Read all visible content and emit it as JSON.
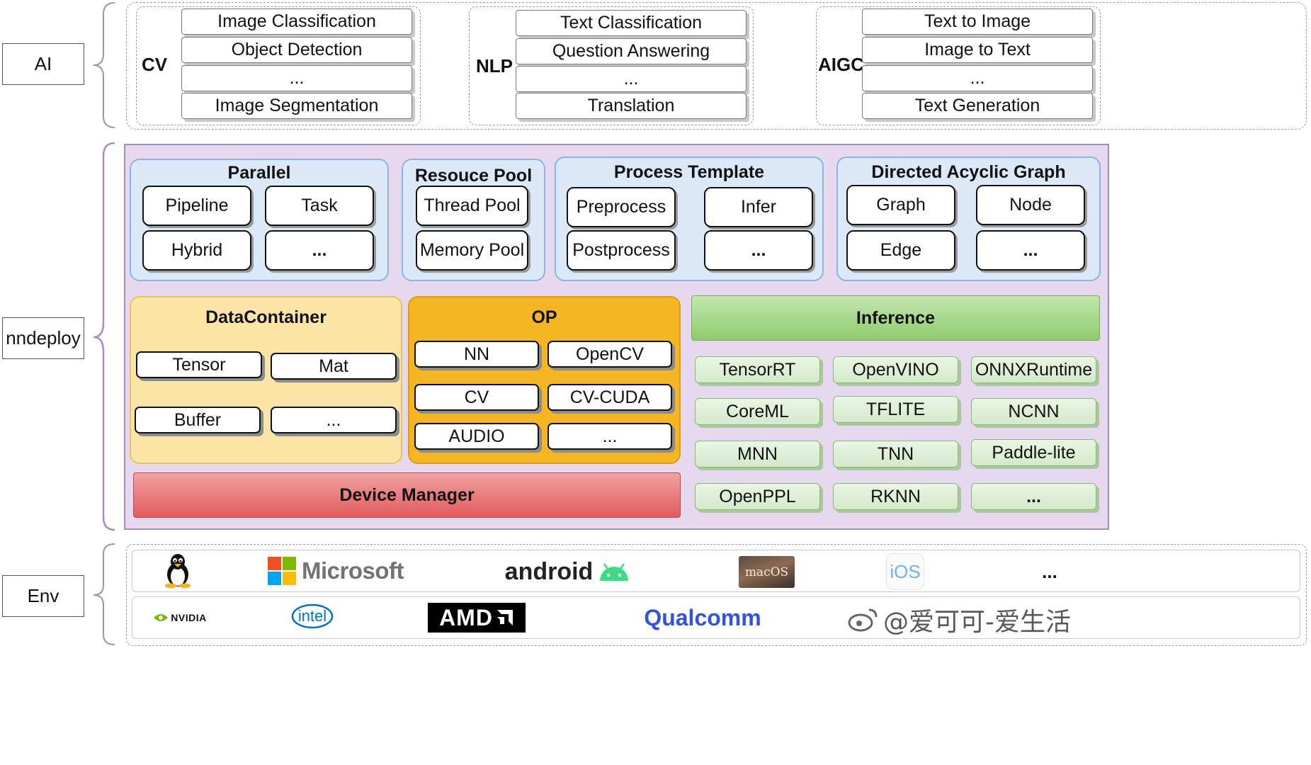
{
  "layers": {
    "ai": "AI",
    "nndeploy": "nndeploy",
    "env": "Env"
  },
  "ai_groups": {
    "cv": {
      "label": "CV",
      "items": [
        "Image Classification",
        "Object Detection",
        "...",
        "Image Segmentation"
      ]
    },
    "nlp": {
      "label": "NLP",
      "items": [
        "Text Classification",
        "Question Answering",
        "...",
        "Translation"
      ]
    },
    "aigc": {
      "label": "AIGC",
      "items": [
        "Text to Image",
        "Image to Text",
        "...",
        "Text Generation"
      ]
    }
  },
  "parallel": {
    "title": "Parallel",
    "items": [
      "Pipeline",
      "Task",
      "Hybrid",
      "..."
    ]
  },
  "resource_pool": {
    "title": "Resouce Pool",
    "items": [
      "Thread Pool",
      "Memory Pool"
    ]
  },
  "process_template": {
    "title": "Process Template",
    "items": [
      "Preprocess",
      "Infer",
      "Postprocess",
      "..."
    ]
  },
  "dag": {
    "title": "Directed Acyclic Graph",
    "items": [
      "Graph",
      "Node",
      "Edge",
      "..."
    ]
  },
  "data_container": {
    "title": "DataContainer",
    "items": [
      "Tensor",
      "Mat",
      "Buffer",
      "..."
    ]
  },
  "op": {
    "title": "OP",
    "items": [
      "NN",
      "OpenCV",
      "CV",
      "CV-CUDA",
      "AUDIO",
      "..."
    ]
  },
  "device_manager": {
    "title": "Device Manager"
  },
  "inference": {
    "title": "Inference",
    "items": [
      "TensorRT",
      "OpenVINO",
      "ONNXRuntime",
      "CoreML",
      "TFLITE",
      "NCNN",
      "MNN",
      "TNN",
      "Paddle-lite",
      "OpenPPL",
      "RKNN",
      "..."
    ]
  },
  "env": {
    "os": {
      "microsoft": "Microsoft",
      "android": "android",
      "macos": "macOS",
      "ios": "iOS",
      "more": "..."
    },
    "hw": {
      "nvidia": "NVIDIA",
      "intel": "intel",
      "amd": "AMD",
      "qualcomm": "Qualcomm"
    }
  },
  "watermark": "@爱可可-爱生活",
  "colors": {
    "nndeploy_bg": "#e6d9ef",
    "blue_panel": "#dbe8f8",
    "data_container": "#fbe5a6",
    "op": "#f6b623",
    "inference": "#9ed27e",
    "device_manager": "#e56a6c"
  }
}
